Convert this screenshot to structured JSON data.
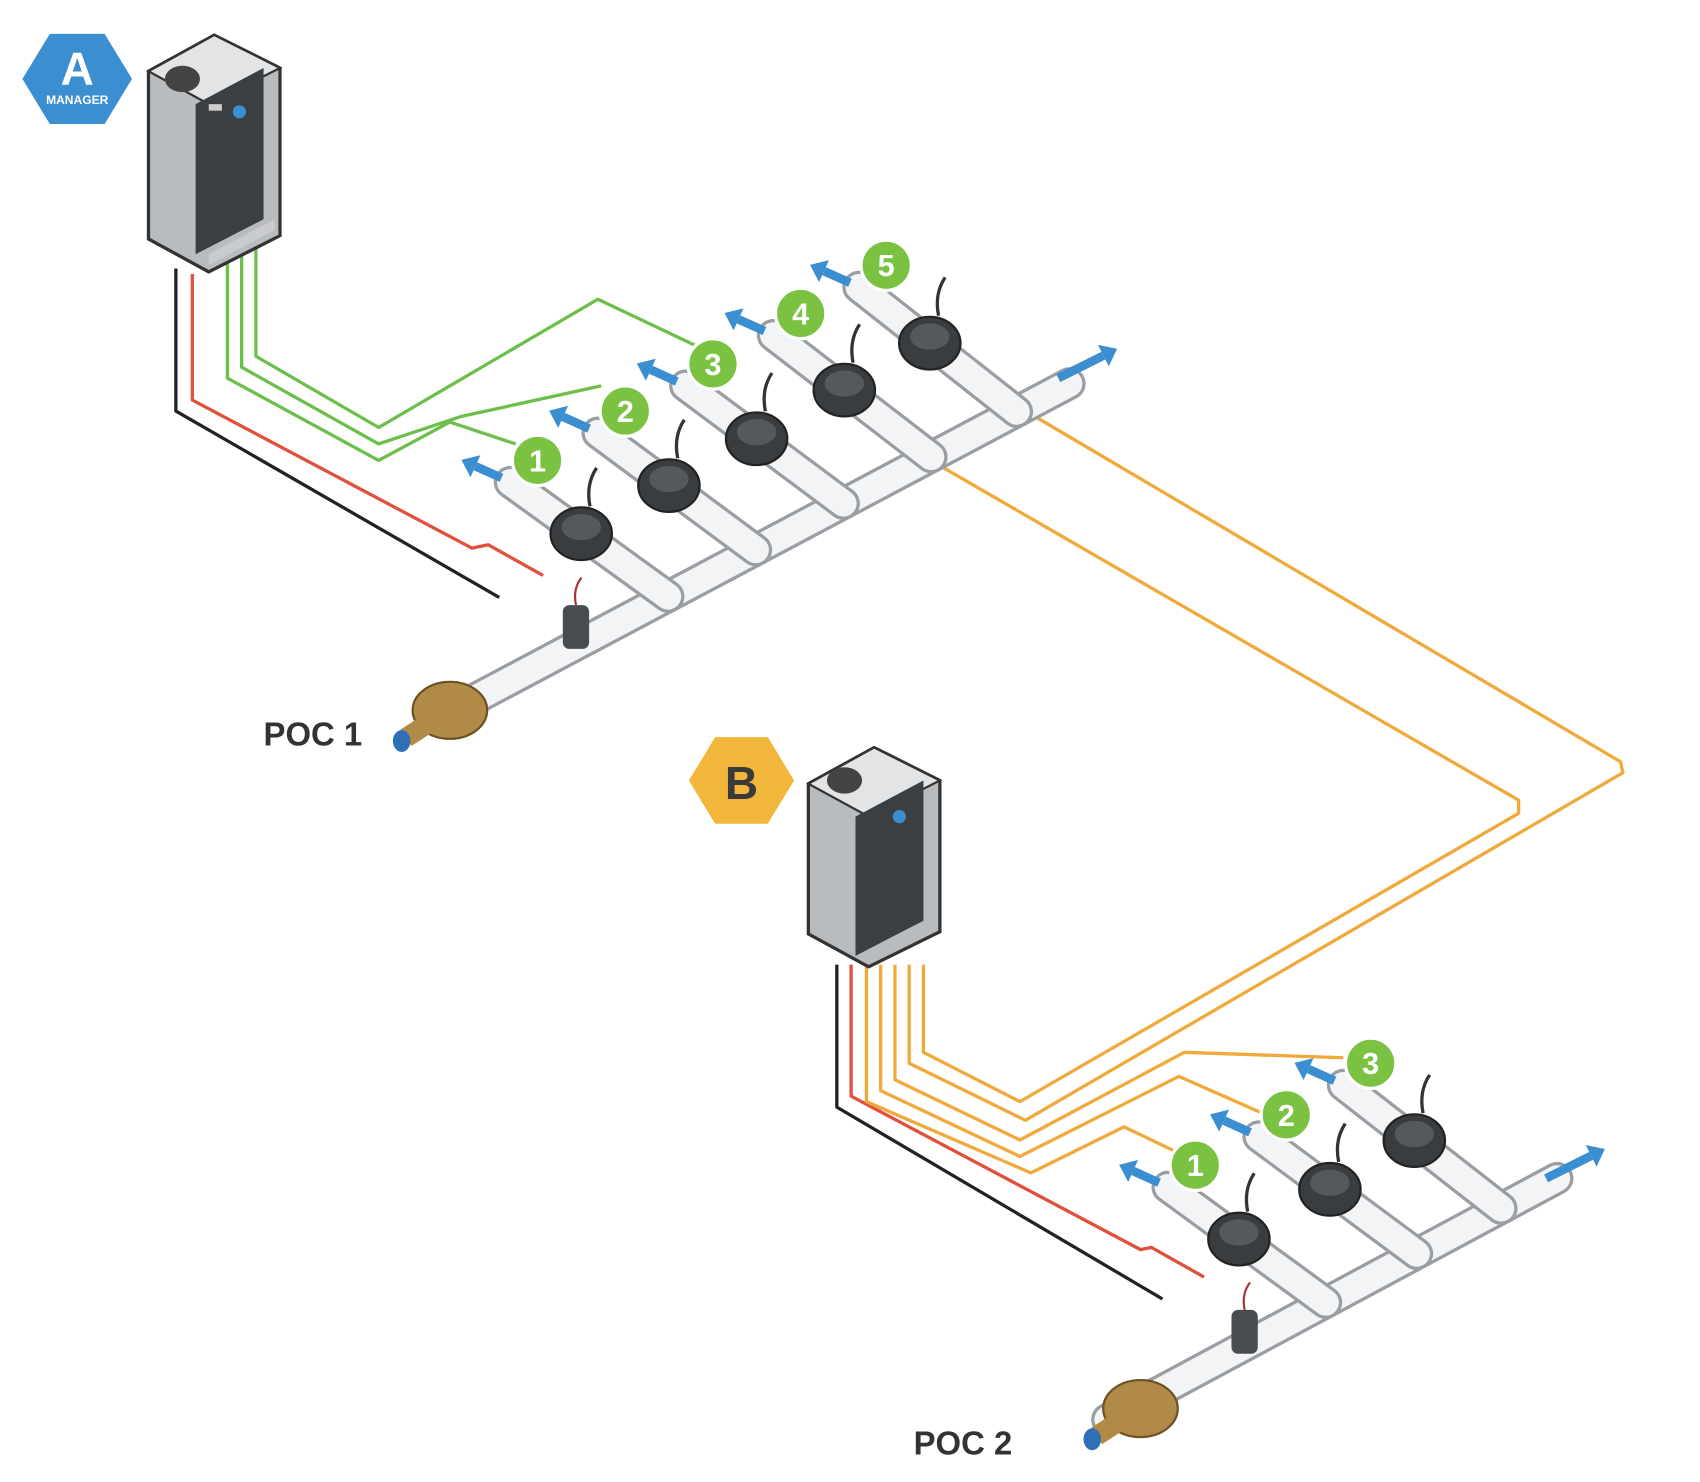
{
  "controllers": {
    "a": {
      "badge_letter": "A",
      "badge_caption": "MANAGER",
      "badge_color": "#3b8fd0"
    },
    "b": {
      "badge_letter": "B",
      "badge_color": "#f2b73a"
    }
  },
  "poc": {
    "one": "POC 1",
    "two": "POC 2"
  },
  "zones_a": [
    "1",
    "2",
    "3",
    "4",
    "5"
  ],
  "zones_b": [
    "1",
    "2",
    "3"
  ],
  "colors": {
    "zone_badge": "#7cc242",
    "flow_arrow": "#3b8fd0",
    "wire_green": "#6cbf4a",
    "wire_orange": "#f0a93a",
    "wire_red": "#e0503c",
    "wire_black": "#222222"
  }
}
